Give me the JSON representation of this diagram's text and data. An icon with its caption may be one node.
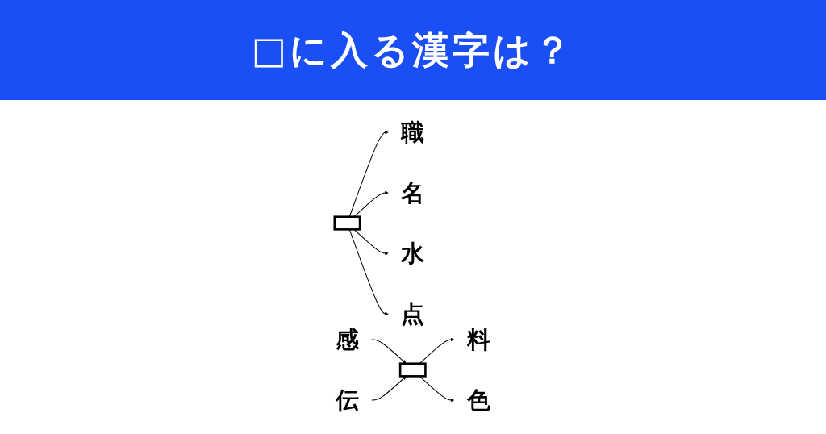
{
  "diagram": {
    "title": "□に入る漢字は？",
    "nodes": [
      {
        "text": [
          "職"
        ]
      },
      {
        "text": [
          "名"
        ]
      },
      {
        "text": [],
        "shape": "box"
      },
      {
        "text": [
          "水"
        ]
      },
      {
        "text": [
          "点"
        ]
      },
      {
        "text": [
          "感"
        ]
      },
      {
        "text": [
          "伝"
        ]
      },
      {
        "text": [],
        "shape": "box"
      },
      {
        "text": [
          "料"
        ]
      },
      {
        "text": [
          "色"
        ]
      }
    ],
    "edges": [
      {
        "from": 2,
        "to": 0,
        "arrow": "to"
      },
      {
        "from": 2,
        "to": 1,
        "arrow": "to"
      },
      {
        "from": 2,
        "to": 3,
        "arrow": "to"
      },
      {
        "from": 2,
        "to": 4,
        "arrow": "to"
      },
      {
        "from": 5,
        "to": 7,
        "arrow": "to"
      },
      {
        "from": 6,
        "to": 7,
        "arrow": "to"
      },
      {
        "from": 7,
        "to": 8,
        "arrow": "to"
      },
      {
        "from": 7,
        "to": 9,
        "arrow": "to"
      }
    ]
  }
}
